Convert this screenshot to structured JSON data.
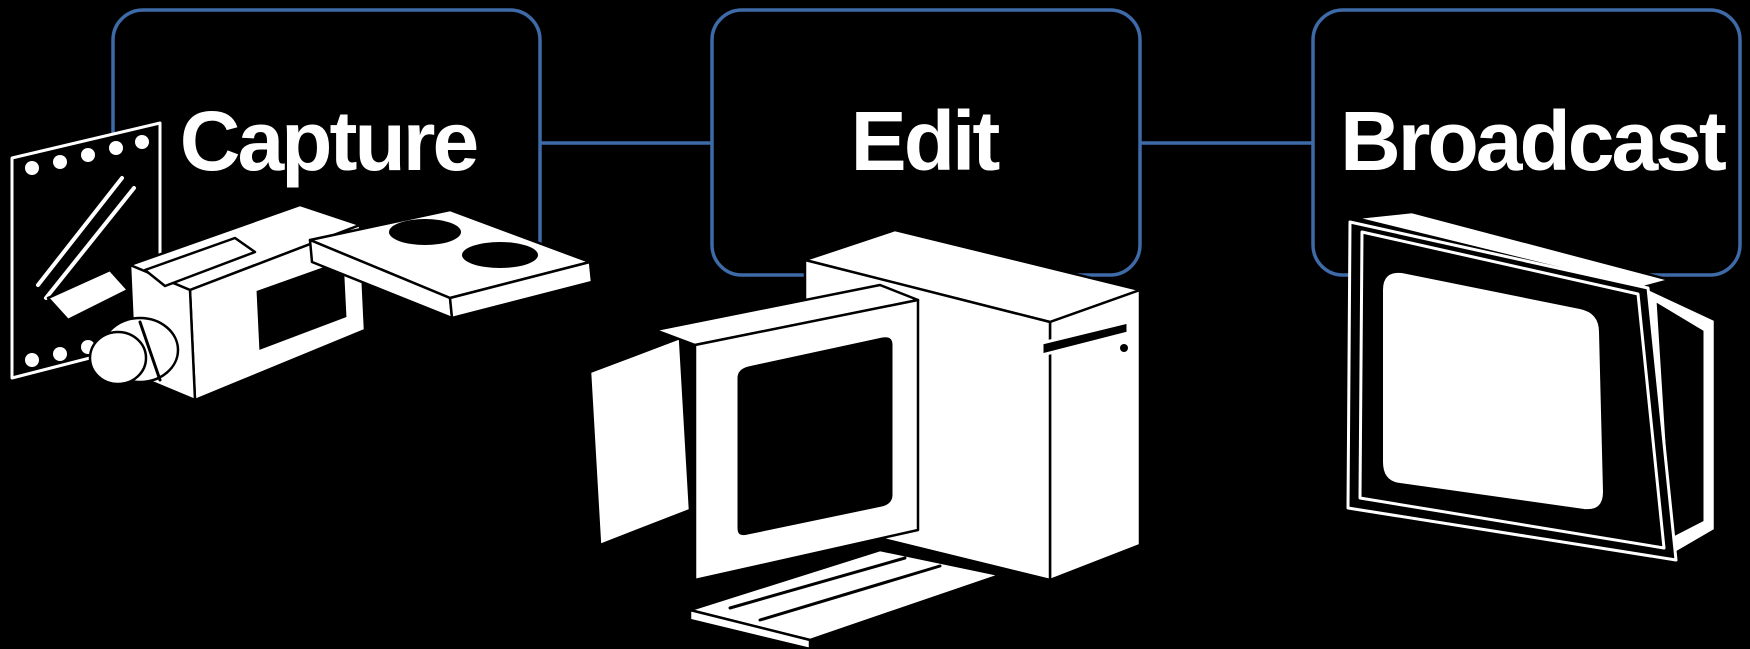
{
  "colors": {
    "background": "#000000",
    "box_stroke": "#3e6aa8",
    "connector": "#3e6aa8",
    "text": "#ffffff",
    "illustration": "#ffffff"
  },
  "stages": [
    {
      "label": "Capture",
      "icon": "video-camera-icon"
    },
    {
      "label": "Edit",
      "icon": "desktop-computer-icon"
    },
    {
      "label": "Broadcast",
      "icon": "television-icon"
    }
  ]
}
